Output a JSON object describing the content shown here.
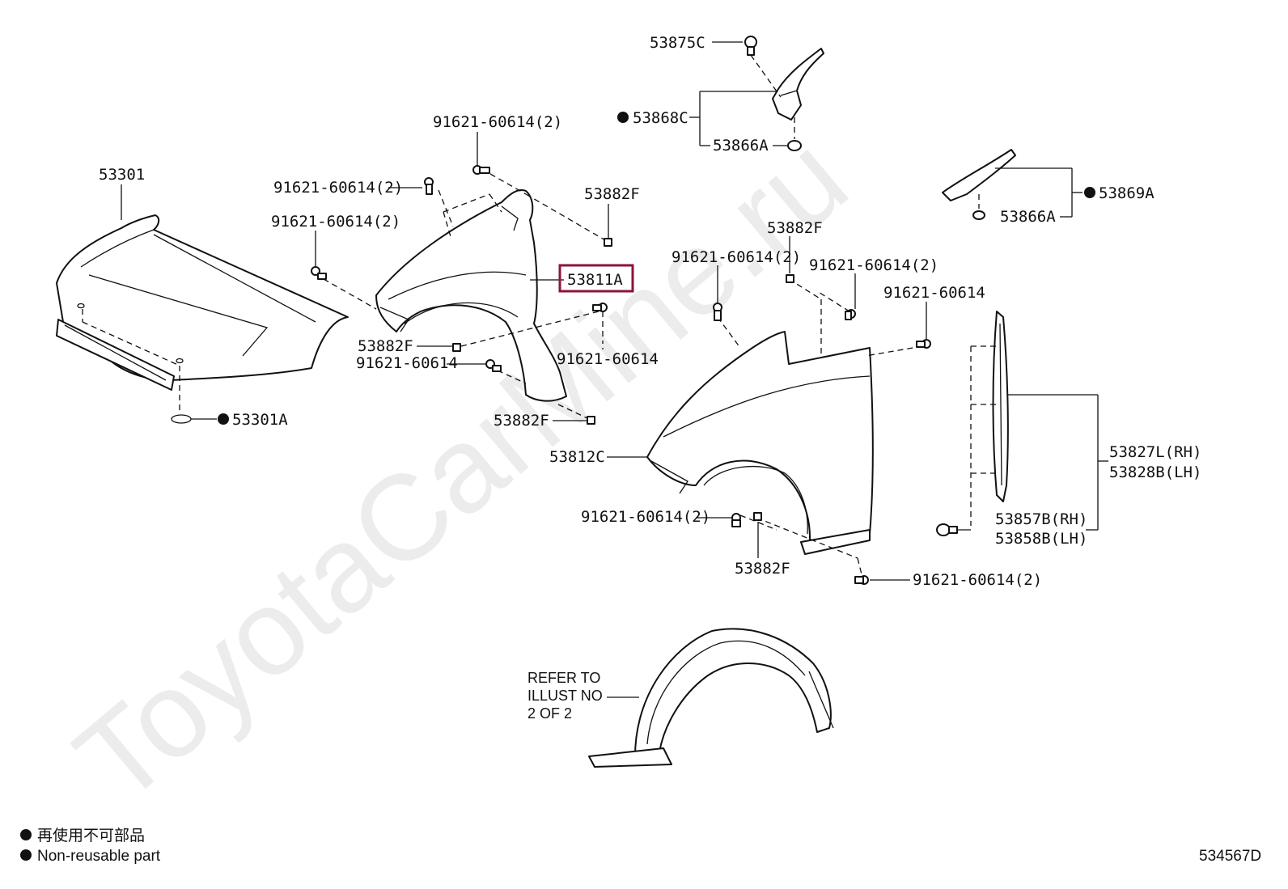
{
  "watermark": "ToyotaCarMine.ru",
  "labels": {
    "hood": "53301",
    "hood_seal": "53301A",
    "bolt_2a": "91621-60614(2)",
    "bolt_2b": "91621-60614(2)",
    "bolt_2c": "91621-60614(2)",
    "bolt_2d": "91621-60614(2)",
    "bolt_2e": "91621-60614(2)",
    "bolt_2f": "91621-60614(2)",
    "bolt_2g": "91621-60614(2)",
    "bolt_a": "91621-60614",
    "bolt_b": "91621-60614",
    "bolt_c": "91621-60614",
    "nut_1": "53882F",
    "nut_2": "53882F",
    "nut_3": "53882F",
    "nut_4": "53882F",
    "nut_5": "53882F",
    "fender_rh": "53811A",
    "fender_lh": "53812C",
    "clip_top": "53875C",
    "seal_top": "53868C",
    "clip_a1": "53866A",
    "clip_a2": "53866A",
    "seal_right": "53869A",
    "protector_rh": "53827L(RH)",
    "protector_lh": "53828B(LH)",
    "clip_rh": "53857B(RH)",
    "clip_lh": "53858B(LH)",
    "refer_1": "REFER TO",
    "refer_2": "ILLUST NO",
    "refer_3": "2 OF 2"
  },
  "highlight": {
    "part": "53811A",
    "color": "#8b1538"
  },
  "legend": {
    "line_jp": "再使用不可部品",
    "line_en": "Non-reusable part"
  },
  "illustration_no": "534567D"
}
